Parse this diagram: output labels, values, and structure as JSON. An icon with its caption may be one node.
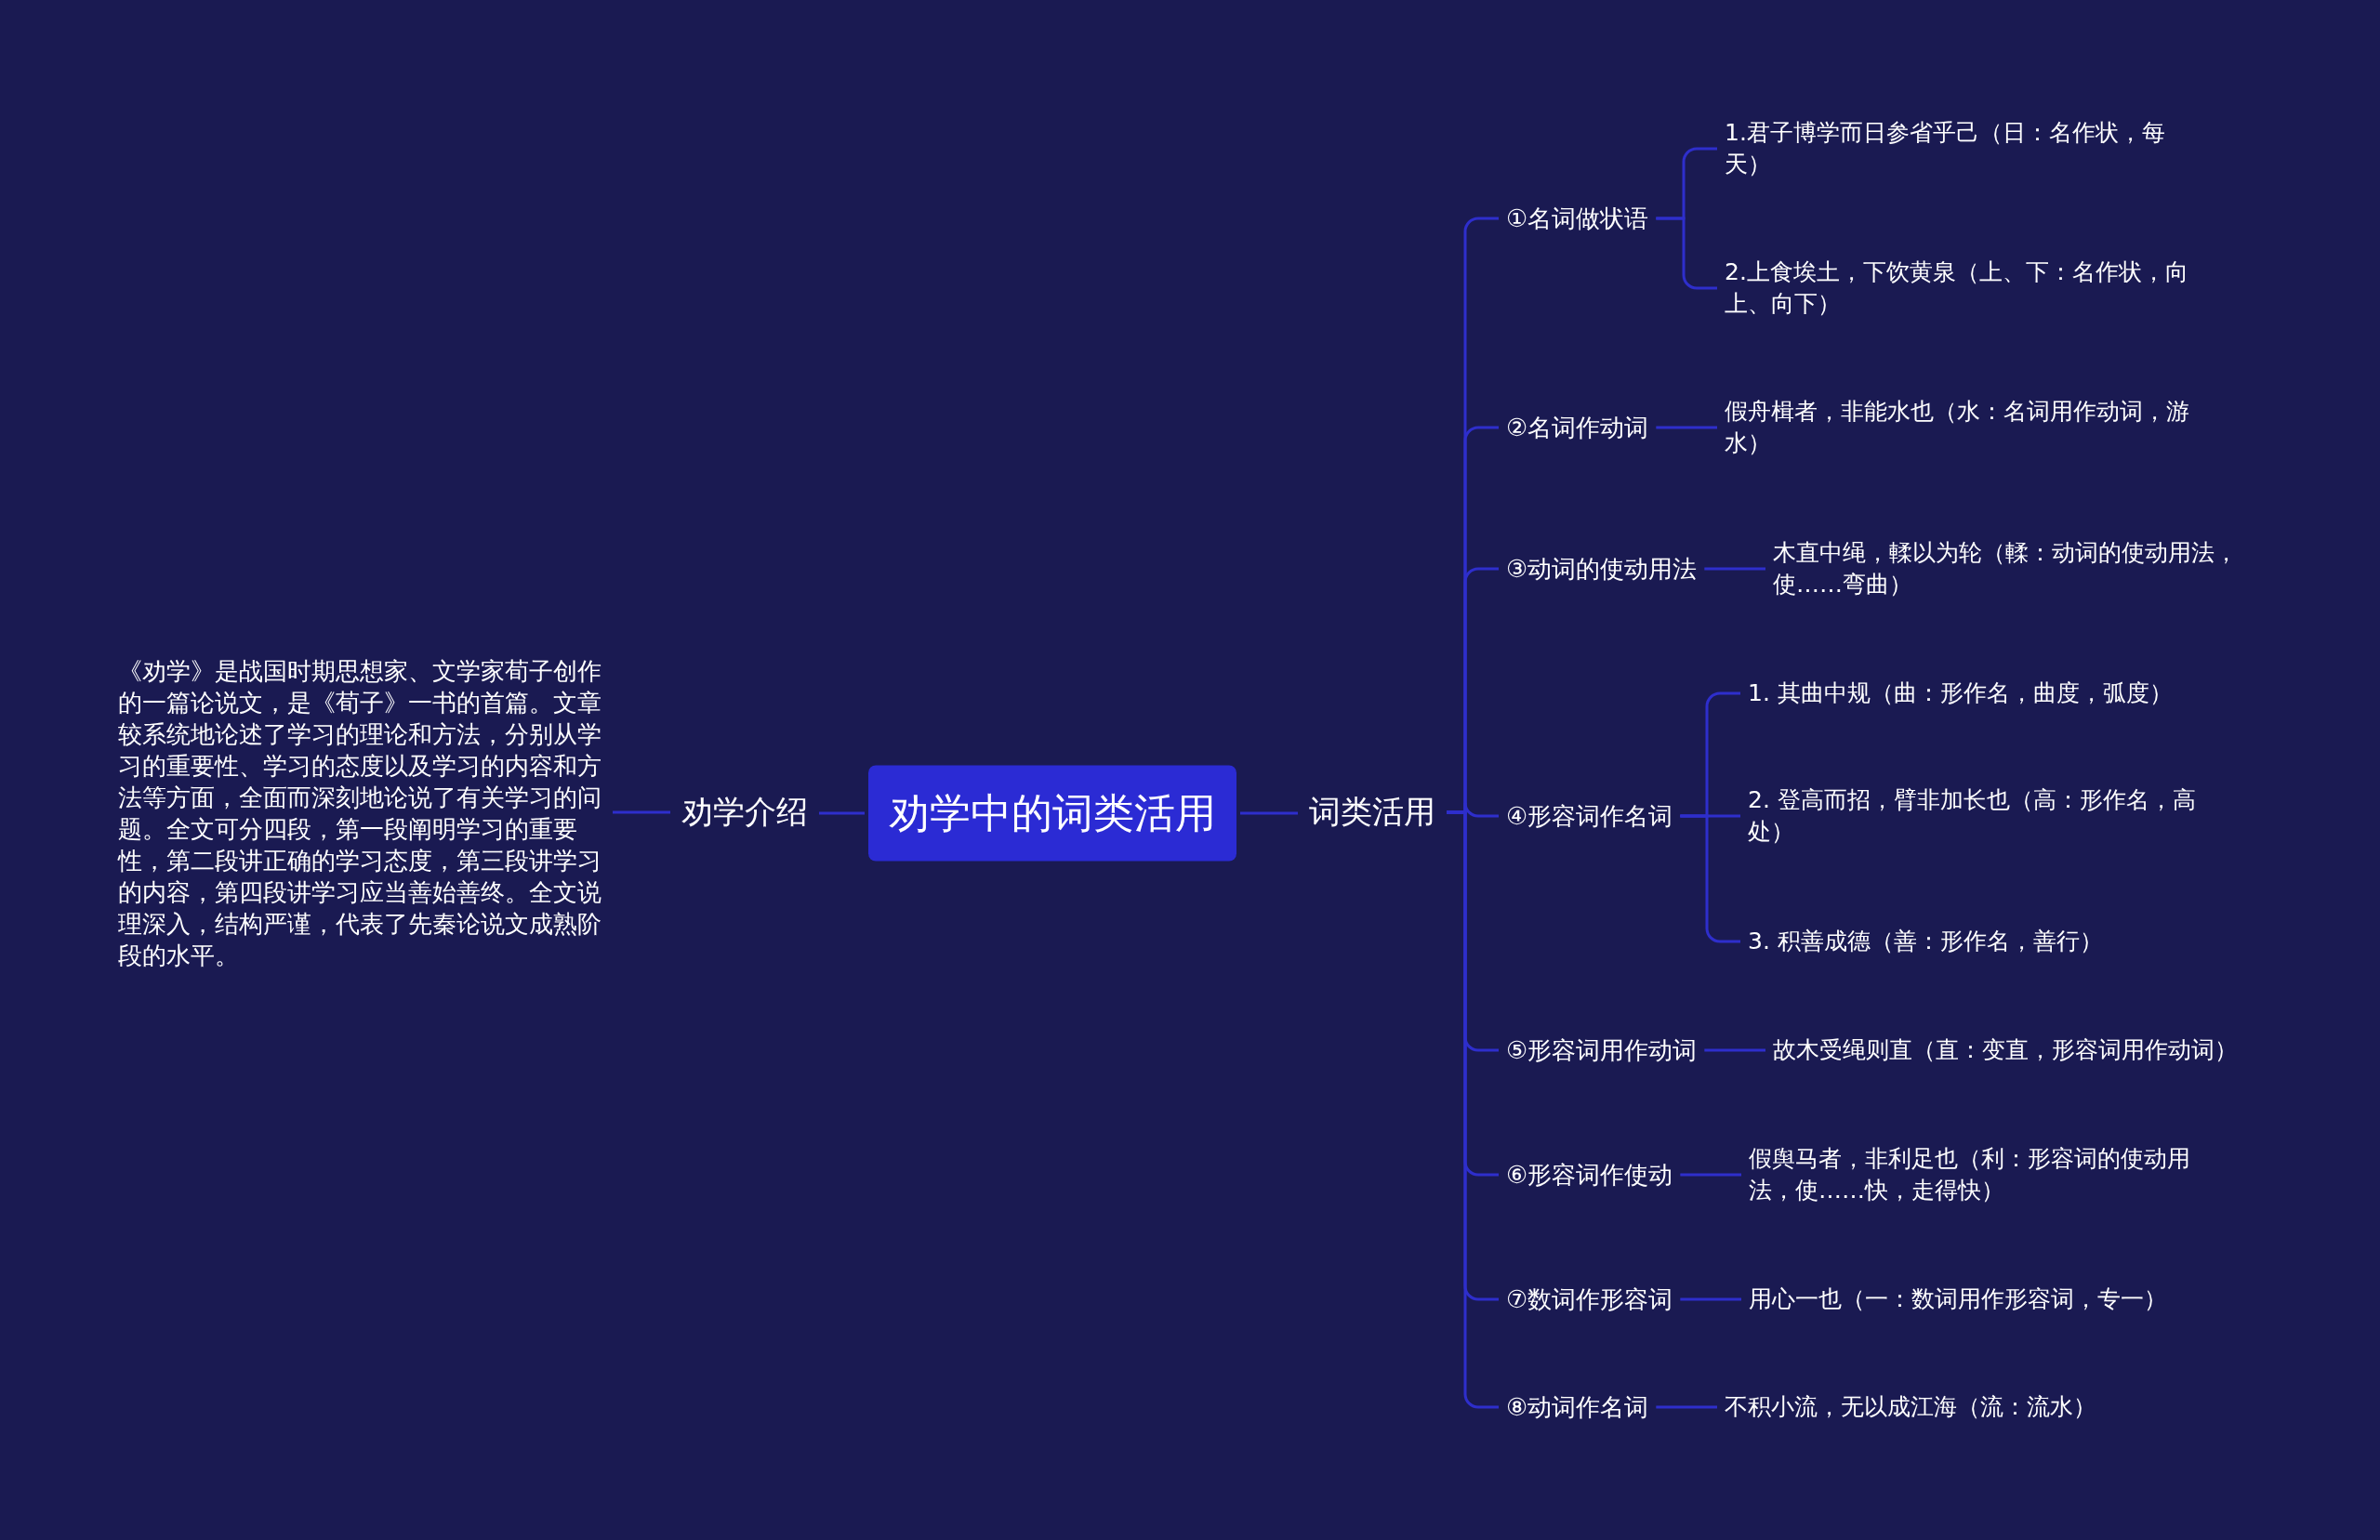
{
  "diagram": {
    "nodes": [
      {
        "text": [
          "劝学中的词类活用"
        ]
      },
      {
        "text": [
          "劝学介绍"
        ]
      },
      {
        "text": [
          "《劝学》是战国时期思想家、文学家荀子创作的一篇论说文，是《荀子》一书的首篇。文章较系统地论述了学习的理论和方法，分别从学习的重要性、学习的态度以及学习的内容和方法等方面，全面而深刻地论说了有关学习的问题。全文可分四段，第一段阐明学习的重要性，第二段讲正确的学习态度，第三段讲学习的内容，第四段讲学习应当善始善终。全文说理深入，结构严谨，代表了先秦论说文成熟阶段的水平。"
        ]
      },
      {
        "text": [
          "词类活用"
        ]
      },
      {
        "text": [
          "①名词做状语"
        ]
      },
      {
        "text": [
          "1.君子博学而日参省乎己（日：名作状，每天）"
        ]
      },
      {
        "text": [
          "2.上食埃土，下饮黄泉（上、下：名作状，向上、向下）"
        ]
      },
      {
        "text": [
          "②名词作动词"
        ]
      },
      {
        "text": [
          "假舟楫者，非能水也（水：名词用作动词，游水）"
        ]
      },
      {
        "text": [
          "③动词的使动用法"
        ]
      },
      {
        "text": [
          "木直中绳，輮以为轮（輮：动词的使动用法，使……弯曲）"
        ]
      },
      {
        "text": [
          "④形容词作名词"
        ]
      },
      {
        "text": [
          "1. 其曲中规（曲：形作名，曲度，弧度）"
        ]
      },
      {
        "text": [
          "2. 登高而招，臂非加长也（高：形作名，高处）"
        ]
      },
      {
        "text": [
          "3. 积善成德（善：形作名，善行）"
        ]
      },
      {
        "text": [
          "⑤形容词用作动词"
        ]
      },
      {
        "text": [
          "故木受绳则直（直：变直，形容词用作动词）"
        ]
      },
      {
        "text": [
          "⑥形容词作使动"
        ]
      },
      {
        "text": [
          "假舆马者，非利足也（利：形容词的使动用法，使……快，走得快）"
        ]
      },
      {
        "text": [
          "⑦数词作形容词"
        ]
      },
      {
        "text": [
          "用心一也（一：数词用作形容词，专一）"
        ]
      },
      {
        "text": [
          "⑧动词作名词"
        ]
      },
      {
        "text": [
          "不积小流，无以成江海（流：流水）"
        ]
      }
    ],
    "edges": [
      {
        "from": 0,
        "to": 1,
        "arrow": "none"
      },
      {
        "from": 1,
        "to": 2,
        "arrow": "none"
      },
      {
        "from": 0,
        "to": 3,
        "arrow": "none"
      },
      {
        "from": 3,
        "to": 4,
        "arrow": "none"
      },
      {
        "from": 4,
        "to": 5,
        "arrow": "none"
      },
      {
        "from": 4,
        "to": 6,
        "arrow": "none"
      },
      {
        "from": 3,
        "to": 7,
        "arrow": "none"
      },
      {
        "from": 7,
        "to": 8,
        "arrow": "none"
      },
      {
        "from": 3,
        "to": 9,
        "arrow": "none"
      },
      {
        "from": 9,
        "to": 10,
        "arrow": "none"
      },
      {
        "from": 3,
        "to": 11,
        "arrow": "none"
      },
      {
        "from": 11,
        "to": 12,
        "arrow": "none"
      },
      {
        "from": 11,
        "to": 13,
        "arrow": "none"
      },
      {
        "from": 11,
        "to": 14,
        "arrow": "none"
      },
      {
        "from": 3,
        "to": 15,
        "arrow": "none"
      },
      {
        "from": 15,
        "to": 16,
        "arrow": "none"
      },
      {
        "from": 3,
        "to": 17,
        "arrow": "none"
      },
      {
        "from": 17,
        "to": 18,
        "arrow": "none"
      },
      {
        "from": 3,
        "to": 19,
        "arrow": "none"
      },
      {
        "from": 19,
        "to": 20,
        "arrow": "none"
      },
      {
        "from": 3,
        "to": 21,
        "arrow": "none"
      },
      {
        "from": 21,
        "to": 22,
        "arrow": "none"
      }
    ]
  }
}
